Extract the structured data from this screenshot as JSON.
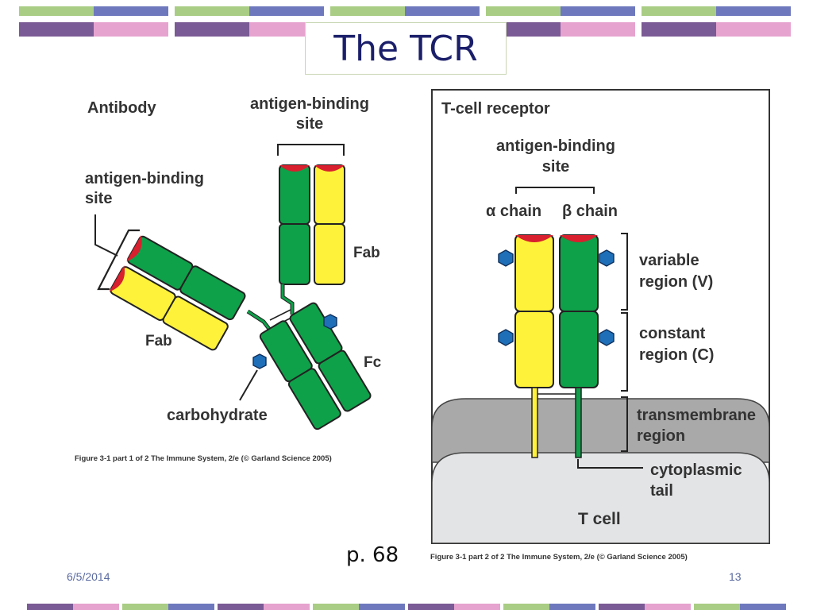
{
  "slide": {
    "title": "The TCR",
    "page_ref": "p. 68",
    "date": "6/5/2014",
    "slide_number": "13"
  },
  "colors": {
    "band_green": "#a9cd84",
    "band_blue": "#6e79bd",
    "band_purple": "#7b5b95",
    "band_pink": "#e6a3cf",
    "chain_green": "#0fa04a",
    "chain_yellow": "#fff23a",
    "binding_red": "#d8202e",
    "carbohydrate_blue": "#1e6fb8",
    "membrane_gray": "#a9a9a9",
    "cell_gray": "#e3e4e6"
  },
  "antibody": {
    "heading": "Antibody",
    "antigen_binding_top": [
      "antigen-binding",
      "site"
    ],
    "antigen_binding_left": [
      "antigen-binding",
      "site"
    ],
    "fab_right": "Fab",
    "fab_left": "Fab",
    "fc": "Fc",
    "carbohydrate": "carbohydrate",
    "caption": "Figure 3-1 part 1 of 2  The Immune System, 2/e (© Garland Science 2005)"
  },
  "tcr": {
    "heading": "T-cell receptor",
    "antigen_binding": [
      "antigen-binding",
      "site"
    ],
    "alpha_label": "α chain",
    "beta_label": "β chain",
    "variable": [
      "variable",
      "region (V)"
    ],
    "constant": [
      "constant",
      "region (C)"
    ],
    "transmembrane": [
      "transmembrane",
      "region"
    ],
    "cytoplasmic": [
      "cytoplasmic",
      "tail"
    ],
    "cell": "T cell",
    "caption": "Figure 3-1 part 2 of 2  The Immune System, 2/e (© Garland Science 2005)"
  }
}
